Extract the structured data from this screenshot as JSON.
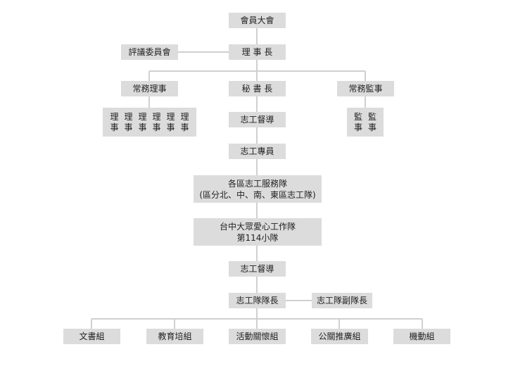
{
  "nodes": {
    "general_assembly": "會員大會",
    "council": "評議委員會",
    "chairman": "理 事 長",
    "executive_directors": "常務理事",
    "secretary_general": "秘 書 長",
    "executive_supervisor": "常務監事",
    "directors": [
      [
        "理",
        "事"
      ],
      [
        "理",
        "事"
      ],
      [
        "理",
        "事"
      ],
      [
        "理",
        "事"
      ],
      [
        "理",
        "事"
      ],
      [
        "理",
        "事"
      ]
    ],
    "supervisor_chars": [
      [
        "監",
        "事"
      ],
      [
        "監",
        "事"
      ]
    ],
    "volunteer_supervisor_1": "志工督導",
    "volunteer_staff": "志工專員",
    "district_teams_line1": "各區志工服務隊",
    "district_teams_line2": "(區分北、中、南、東區志工隊)",
    "taichung_team_line1": "台中大眾愛心工作隊",
    "taichung_team_line2": "第114小隊",
    "volunteer_supervisor_2": "志工督導",
    "team_leader": "志工隊隊長",
    "deputy_leader": "志工隊副隊長",
    "groups": [
      "文書組",
      "教育培組",
      "活動關懷組",
      "公關推廣組",
      "機動組"
    ]
  },
  "colors": {
    "box_fill": "#dcdcdc",
    "connector": "#d0d0d0",
    "text": "#222222"
  }
}
